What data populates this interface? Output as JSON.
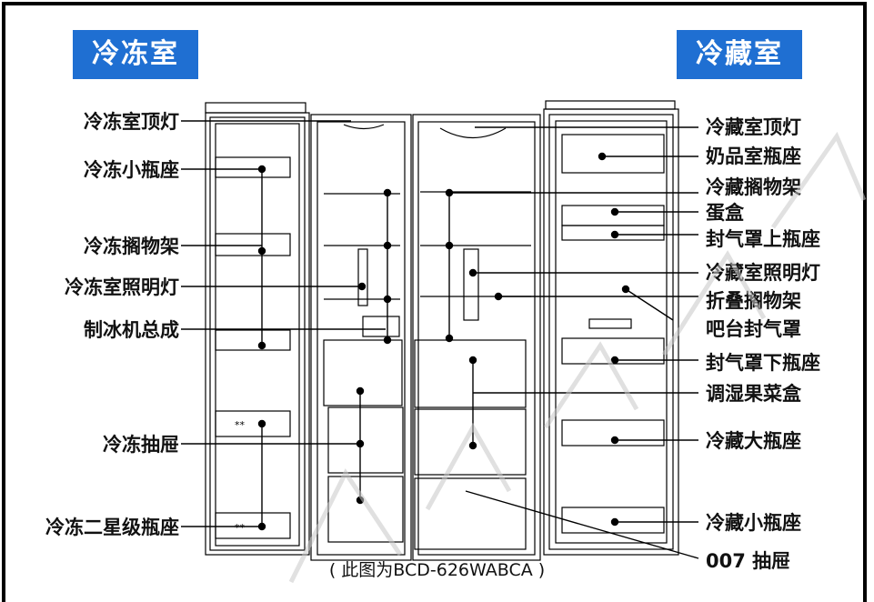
{
  "title_left": "冷冻室",
  "title_right": "冷藏室",
  "left_labels": [
    {
      "key": "freezer_top_light",
      "text": "冷冻室顶灯"
    },
    {
      "key": "freezer_small_bottle_seat",
      "text": "冷冻小瓶座"
    },
    {
      "key": "freezer_shelf",
      "text": "冷冻搁物架"
    },
    {
      "key": "freezer_lighting",
      "text": "冷冻室照明灯"
    },
    {
      "key": "ice_maker_assembly",
      "text": "制冰机总成"
    },
    {
      "key": "freezer_drawer",
      "text": "冷冻抽屉"
    },
    {
      "key": "freezer_two_star_bottle_seat",
      "text": "冷冻二星级瓶座"
    }
  ],
  "right_labels": [
    {
      "key": "fridge_top_light",
      "text": "冷藏室顶灯"
    },
    {
      "key": "dairy_bottle_seat",
      "text": "奶品室瓶座"
    },
    {
      "key": "fridge_shelf",
      "text": "冷藏搁物架"
    },
    {
      "key": "egg_box",
      "text": "蛋盒"
    },
    {
      "key": "upper_seal_bottle_seat",
      "text": "封气罩上瓶座"
    },
    {
      "key": "fridge_lighting",
      "text": "冷藏室照明灯"
    },
    {
      "key": "folding_shelf",
      "text": "折叠搁物架"
    },
    {
      "key": "bar_seal_cover",
      "text": "吧台封气罩"
    },
    {
      "key": "lower_seal_bottle_seat",
      "text": "封气罩下瓶座"
    },
    {
      "key": "humidity_crisper",
      "text": "调湿果菜盒"
    },
    {
      "key": "fridge_large_bottle_seat",
      "text": "冷藏大瓶座"
    },
    {
      "key": "fridge_small_bottle_seat",
      "text": "冷藏小瓶座"
    },
    {
      "key": "drawer_007",
      "text": "007 抽屉"
    }
  ],
  "caption": "( 此图为BCD-626WABCA )",
  "door_marks": [
    "**",
    "**"
  ],
  "colors": {
    "tag_bg": "#1f6fd2",
    "tag_text": "#ffffff",
    "line": "#000000",
    "watermark": "#c8c8c8"
  }
}
